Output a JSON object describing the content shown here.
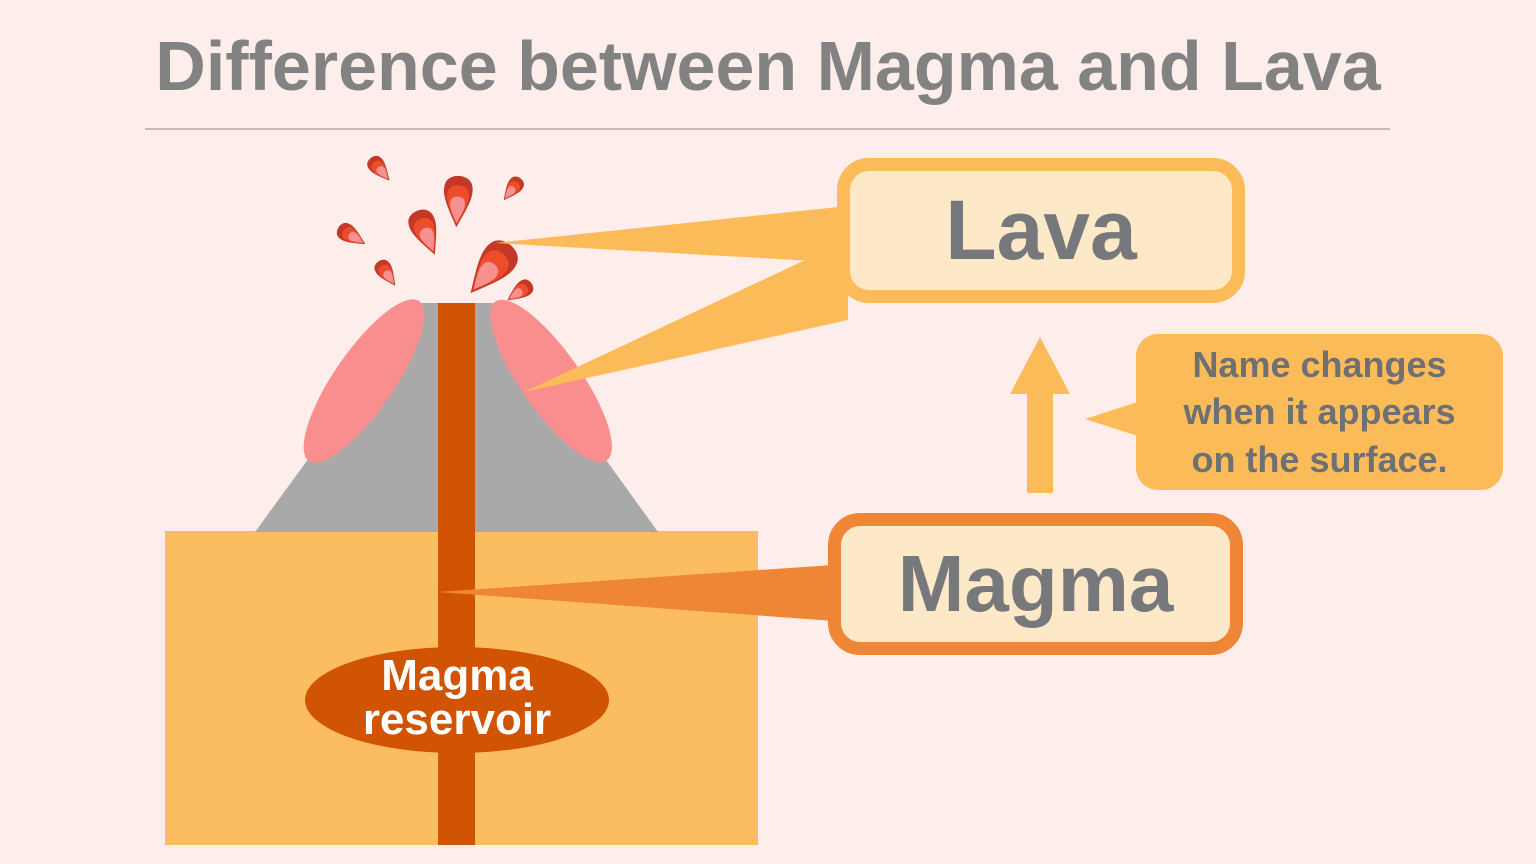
{
  "title": "Difference between Magma and Lava",
  "labels": {
    "lava": "Lava",
    "magma": "Magma",
    "reservoir": "Magma\nreservoir",
    "callout": "Name changes\nwhen it appears\non the surface."
  },
  "colors": {
    "background": "#fdedeb",
    "title_text": "#828282",
    "divider": "#cbb8b6",
    "label_text": "#77787b",
    "callout_text": "#6f7073",
    "label_box_fill": "#fde9c8",
    "lava_accent": "#fbbb58",
    "magma_accent": "#ee8636",
    "ground": "#fcbd61",
    "conduit_and_reservoir": "#d15404",
    "volcano_cone": "#a9a9a9",
    "lava_flow_pink": "#f88e8e",
    "droplet_dark": "#c43826",
    "droplet_mid": "#ee4d2b",
    "droplet_inner": "#f69190",
    "reservoir_text": "#ffffff"
  }
}
